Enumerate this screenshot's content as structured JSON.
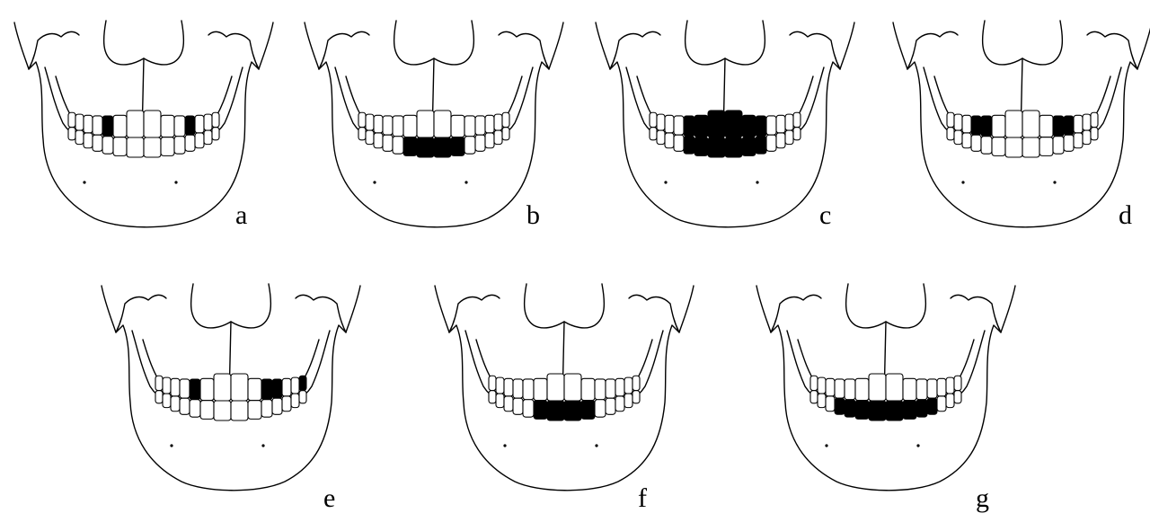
{
  "panels": [
    {
      "label": "a",
      "missing": [
        {
          "jaw": "upper",
          "pos": -3,
          "span": 1
        },
        {
          "jaw": "upper",
          "pos": 3,
          "span": 1
        }
      ]
    },
    {
      "label": "b",
      "missing": [
        {
          "jaw": "lower",
          "pos": -2,
          "span": 4
        }
      ]
    },
    {
      "label": "c",
      "missing": [
        {
          "jaw": "upper",
          "pos": -3,
          "span": 6
        },
        {
          "jaw": "lower",
          "pos": -3,
          "span": 6
        }
      ]
    },
    {
      "label": "d",
      "missing": [
        {
          "jaw": "upper",
          "pos": -4,
          "span": 2
        },
        {
          "jaw": "upper",
          "pos": 2,
          "span": 2
        }
      ]
    },
    {
      "label": "e",
      "missing": [
        {
          "jaw": "upper",
          "pos": -3,
          "span": 1
        },
        {
          "jaw": "upper",
          "pos": 2,
          "span": 2
        },
        {
          "jaw": "upper",
          "pos": 6,
          "span": 1
        }
      ]
    },
    {
      "label": "f",
      "missing": [
        {
          "jaw": "lower",
          "pos": -2,
          "span": 4
        }
      ]
    },
    {
      "label": "g",
      "missing": [
        {
          "jaw": "lower",
          "pos": -4,
          "span": 8
        }
      ]
    }
  ],
  "style": {
    "line_color": "#000000",
    "fill_color": "#ffffff",
    "missing_color": "#000000"
  }
}
